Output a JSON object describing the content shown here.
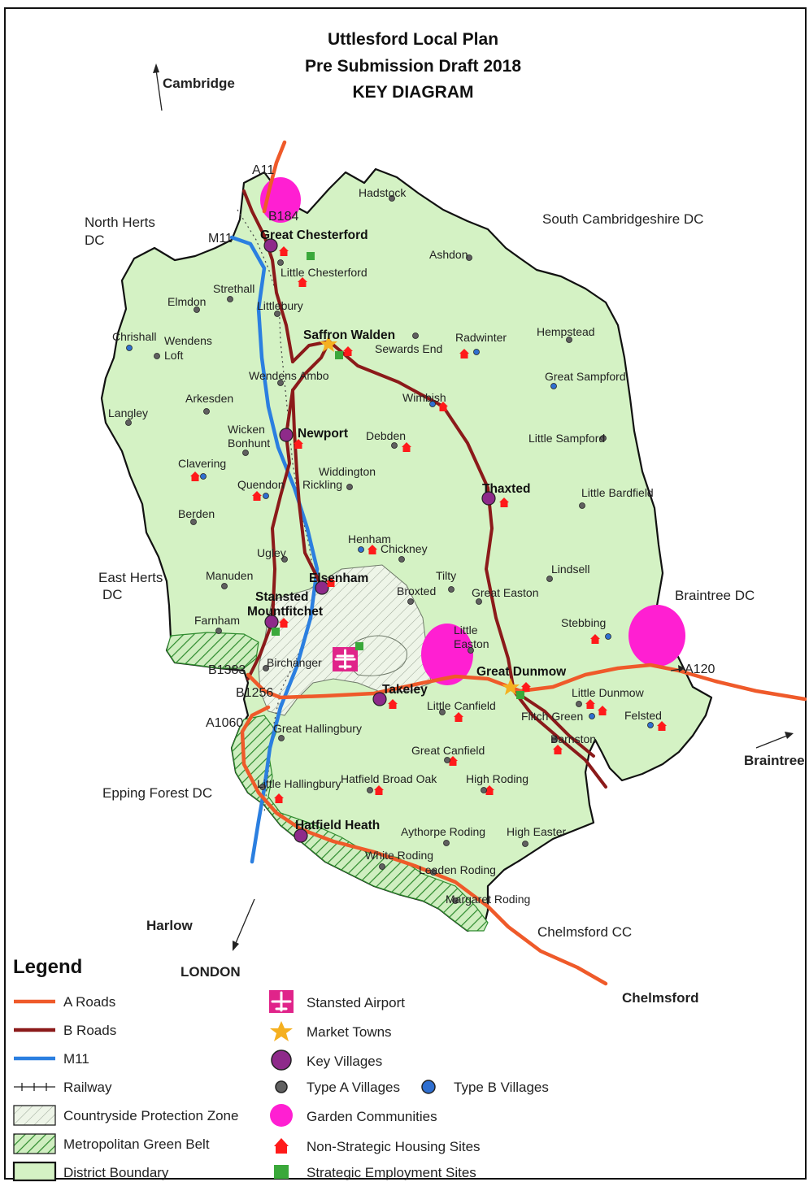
{
  "title": {
    "line1": "Uttlesford Local Plan",
    "line2": "Pre Submission Draft 2018",
    "line3": "KEY DIAGRAM"
  },
  "colors": {
    "district_fill": "#d4f2c4",
    "a_road": "#ef5a2a",
    "b_road": "#8b1a1a",
    "m11": "#2b7fe0",
    "garden": "#ff1fd2",
    "key_village": "#8e2a8a",
    "type_a": "#606060",
    "type_b": "#2f6fd0",
    "housing": "#ff1a1a",
    "employment": "#3aa83a",
    "airport": "#e0248a",
    "market_town": "#f5b020",
    "green_belt": "#2d8a2d"
  },
  "directions": {
    "cambridge": "Cambridge",
    "london": "LONDON",
    "braintree": "Braintree",
    "harlow": "Harlow",
    "chelmsford": "Chelmsford"
  },
  "districts": {
    "north_herts_1": "North Herts",
    "north_herts_2": "DC",
    "south_cambs": "South Cambridgeshire DC",
    "east_herts_1": "East Herts",
    "east_herts_2": "DC",
    "braintree_dc": "Braintree DC",
    "epping": "Epping Forest DC",
    "chelmsford_cc": "Chelmsford CC"
  },
  "roads": {
    "a11": "A11",
    "b184": "B184",
    "m11": "M11",
    "b1383": "B1383",
    "b1256": "B1256",
    "a1060": "A1060",
    "a120": "A120"
  },
  "key_villages": {
    "great_chesterford": "Great Chesterford",
    "newport": "Newport",
    "thaxted": "Thaxted",
    "elsenham": "Elsenham",
    "stansted_1": "Stansted",
    "stansted_2": "Mountfitchet",
    "takeley": "Takeley",
    "hatfield_heath": "Hatfield Heath"
  },
  "market_towns": {
    "saffron_walden": "Saffron Walden",
    "great_dunmow": "Great Dunmow"
  },
  "places": {
    "hadstock": "Hadstock",
    "ashdon": "Ashdon",
    "little_chesterford": "Little Chesterford",
    "strethall": "Strethall",
    "elmdon": "Elmdon",
    "littlebury": "Littlebury",
    "chrishall": "Chrishall",
    "wendens_loft_1": "Wendens",
    "wendens_loft_2": "Loft",
    "radwinter": "Radwinter",
    "hempstead": "Hempstead",
    "sewards_end": "Sewards End",
    "wendens_ambo": "Wendens Ambo",
    "great_sampford": "Great Sampford",
    "arkesden": "Arkesden",
    "wimbish": "Wimbish",
    "langley": "Langley",
    "wicken_1": "Wicken",
    "wicken_2": "Bonhunt",
    "debden": "Debden",
    "little_sampford": "Little Sampford",
    "clavering": "Clavering",
    "widdington": "Widdington",
    "quendon": "Quendon",
    "rickling": "Rickling",
    "little_bardfield": "Little Bardfield",
    "berden": "Berden",
    "henham": "Henham",
    "chickney": "Chickney",
    "ugley": "Ugley",
    "lindsell": "Lindsell",
    "manuden": "Manuden",
    "tilty": "Tilty",
    "broxted": "Broxted",
    "great_easton": "Great Easton",
    "farnham": "Farnham",
    "stebbing": "Stebbing",
    "little_easton_1": "Little",
    "little_easton_2": "Easton",
    "birchanger": "Birchanger",
    "little_dunmow": "Little Dunmow",
    "little_canfield": "Little Canfield",
    "flitch_green": "Flitch Green",
    "felsted": "Felsted",
    "great_hallingbury": "Great Hallingbury",
    "barnston": "Barnston",
    "great_canfield": "Great Canfield",
    "little_hallingbury": "Little Hallingbury",
    "hatfield_broad_oak": "Hatfield Broad Oak",
    "high_roding": "High Roding",
    "aythorpe_roding": "Aythorpe Roding",
    "high_easter": "High Easter",
    "white_roding": "White Roding",
    "leaden_roding": "Leaden Roding",
    "margaret_roding": "Margaret Roding"
  },
  "legend": {
    "title": "Legend",
    "a_roads": "A Roads",
    "b_roads": "B Roads",
    "m11": "M11",
    "railway": "Railway",
    "countryside": "Countryside Protection Zone",
    "green_belt": "Metropolitan Green Belt",
    "district": "District Boundary",
    "airport": "Stansted Airport",
    "market_towns": "Market Towns",
    "key_villages": "Key Villages",
    "type_a": "Type A Villages",
    "type_b": "Type B Villages",
    "garden": "Garden Communities",
    "housing": "Non-Strategic Housing Sites",
    "employment": "Strategic Employment Sites"
  }
}
